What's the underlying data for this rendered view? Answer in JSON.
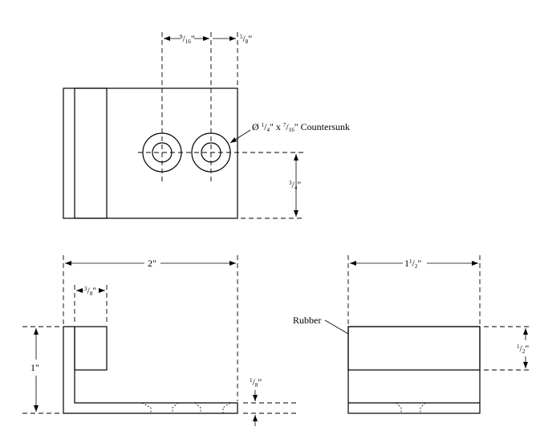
{
  "colors": {
    "part_fill": "#ffffff",
    "rubber_fill": "#8a8a8c",
    "line": "#000000"
  },
  "top_view": {
    "hole_spacing": {
      "num": "9",
      "den": "16",
      "unit": "\""
    },
    "hole_edge": {
      "num": "5",
      "den": "8",
      "unit": "\""
    },
    "hole_height": {
      "num": "3",
      "den": "4",
      "unit": "\""
    },
    "hole_callout": {
      "symbol": "Ø",
      "dia_num": "1",
      "dia_den": "4",
      "unit": "\"",
      "times": "x",
      "depth_num": "7",
      "depth_den": "16",
      "type": "Countersunk"
    }
  },
  "front_view": {
    "width": "2\"",
    "rubber_width": {
      "num": "3",
      "den": "8",
      "unit": "\""
    },
    "height": "1\"",
    "base_thickness": {
      "num": "1",
      "den": "8",
      "unit": "\""
    }
  },
  "side_view": {
    "width": {
      "whole": "1",
      "num": "1",
      "den": "2",
      "unit": "\""
    },
    "rubber_thickness": {
      "num": "1",
      "den": "2",
      "unit": "\""
    },
    "rubber_label": "Rubber"
  }
}
